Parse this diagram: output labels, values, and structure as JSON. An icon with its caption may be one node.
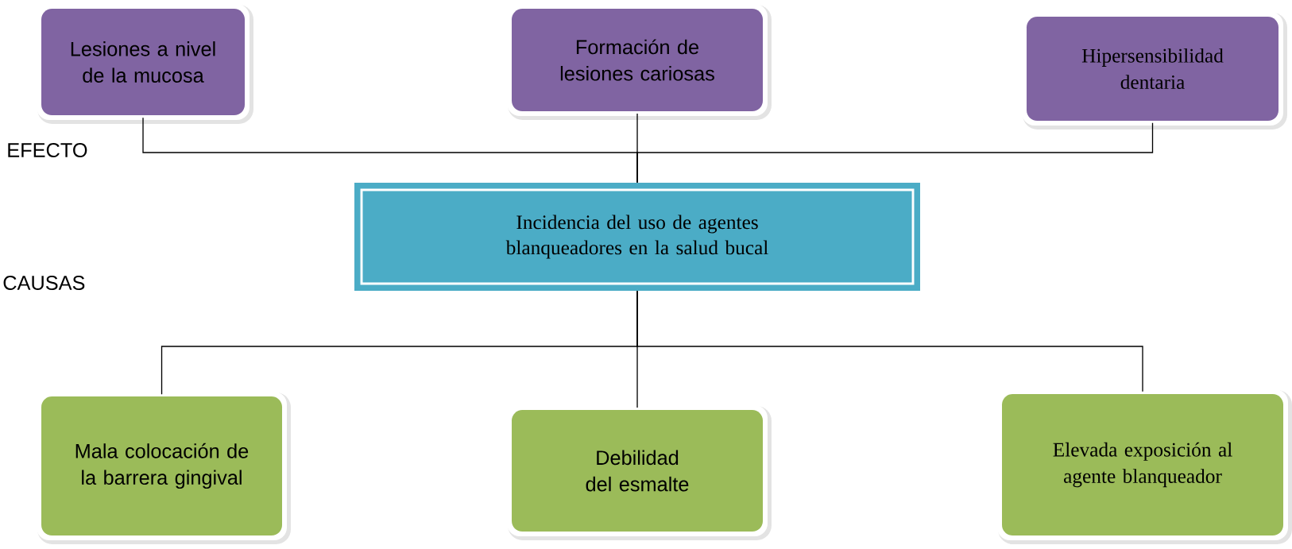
{
  "diagram": {
    "nodes": [
      {
        "text": [
          "Lesiones a nivel de la mucosa"
        ]
      },
      {
        "text": [
          "Formación de lesiones cariosas"
        ]
      },
      {
        "text": [
          "Hipersensibilidad dentaria"
        ]
      },
      {
        "text": [
          "Incidencia del uso de agentes blanqueadores en la salud bucal"
        ]
      },
      {
        "text": [
          "Mala colocación de la barrera gingival"
        ]
      },
      {
        "text": [
          "Debilidad del esmalte"
        ]
      },
      {
        "text": [
          "Elevada exposición al agente blanqueador"
        ]
      }
    ],
    "edges": [
      {
        "from": 3,
        "to": 0,
        "arrow": "none"
      },
      {
        "from": 3,
        "to": 1,
        "arrow": "none"
      },
      {
        "from": 3,
        "to": 2,
        "arrow": "none"
      },
      {
        "from": 3,
        "to": 4,
        "arrow": "none"
      },
      {
        "from": 3,
        "to": 5,
        "arrow": "none"
      },
      {
        "from": 3,
        "to": 6,
        "arrow": "none"
      }
    ],
    "labels": [
      "EFECTO",
      "CAUSAS"
    ]
  }
}
